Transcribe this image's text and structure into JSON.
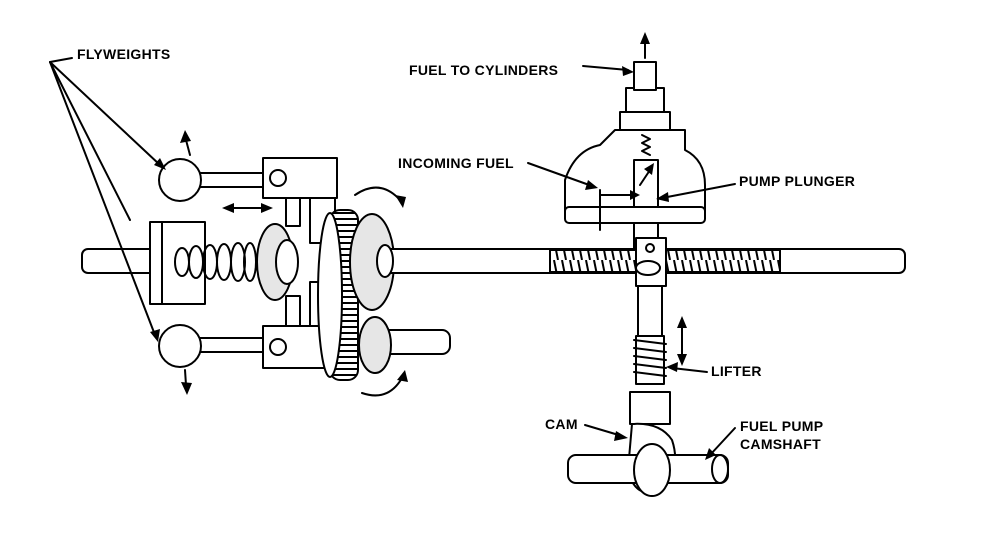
{
  "labels": {
    "flyweights": "FLYWEIGHTS",
    "fuel_to_cylinders": "FUEL TO CYLINDERS",
    "incoming_fuel": "INCOMING FUEL",
    "pump_plunger": "PUMP PLUNGER",
    "lifter": "LIFTER",
    "cam": "CAM",
    "fuel_pump_camshaft_line1": "FUEL PUMP",
    "fuel_pump_camshaft_line2": "CAMSHAFT"
  },
  "icons": {
    "motion_arrow": "arrow-icon",
    "rotation_arrow": "curved-arrow-icon"
  }
}
